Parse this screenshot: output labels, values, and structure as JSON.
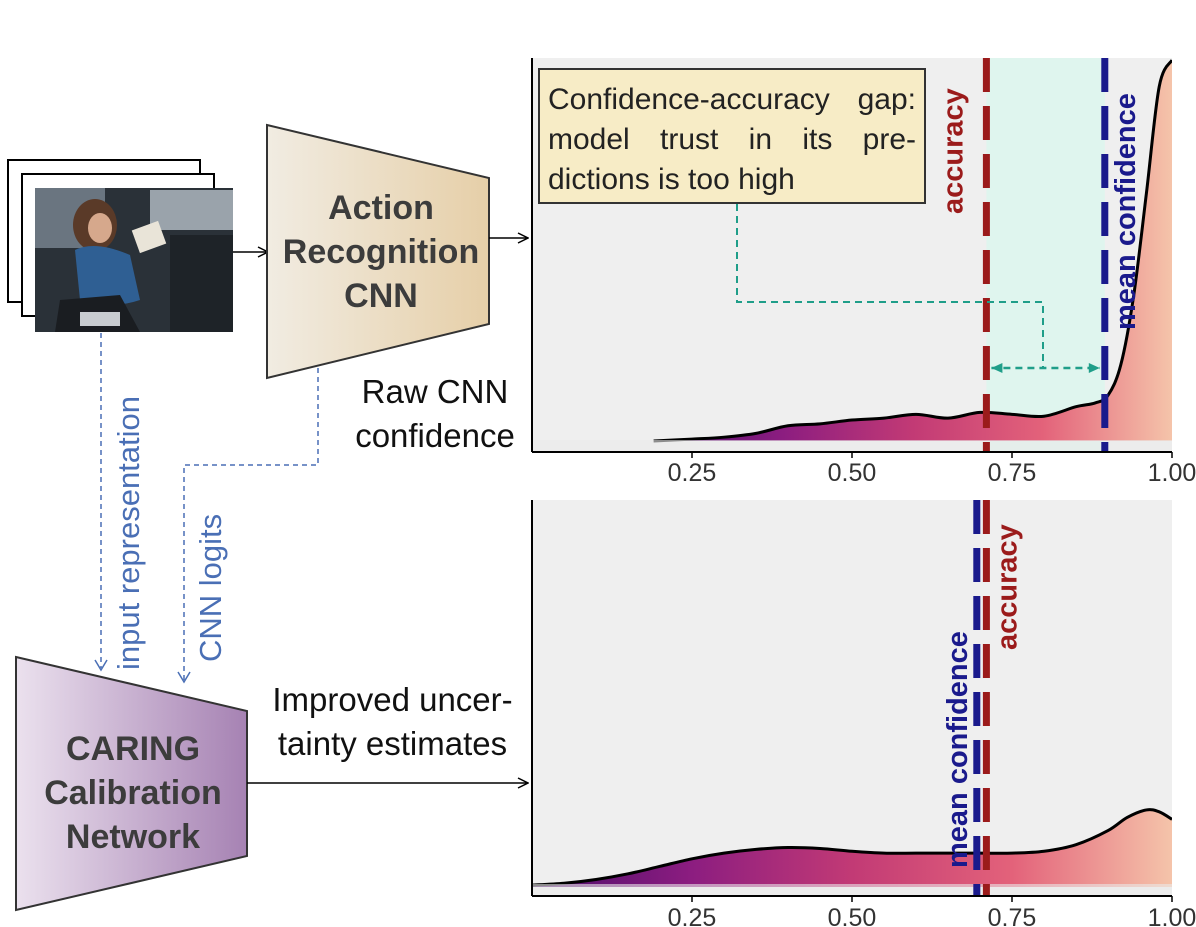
{
  "input_frames": {
    "image_desc_icon": "person-reading-in-car-photo-icon"
  },
  "action_recognition_cnn": {
    "line1": "Action",
    "line2": "Recognition",
    "line3": "CNN"
  },
  "raw_output": {
    "line1": "Raw CNN",
    "line2": "confidence"
  },
  "side_labels": {
    "input_representation": "input representation",
    "cnn_logits": "CNN logits"
  },
  "caring_network": {
    "line1": "CARING",
    "line2": "Calibration",
    "line3": "Network"
  },
  "improved_output": {
    "line1": "Improved uncer-",
    "line2": "tainty estimates"
  },
  "annotation": {
    "text": "Confidence-accuracy gap: model trust in its pre-dictions is too high"
  },
  "colors": {
    "accuracy": "#9b1b1b",
    "mean_confidence": "#1a1a8c",
    "gap": "#1f9e89",
    "plot_bg": "#eeeeee",
    "gap_fill": "#dff5ee"
  },
  "chart_data": [
    {
      "type": "area",
      "panel": "top",
      "xlim": [
        0.0,
        1.0
      ],
      "xticks": [
        "0.25",
        "0.50",
        "0.75",
        "1.00"
      ],
      "tick_values": [
        0.25,
        0.5,
        0.75,
        1.0
      ],
      "density": {
        "x": [
          0.19,
          0.25,
          0.3,
          0.35,
          0.4,
          0.45,
          0.5,
          0.55,
          0.6,
          0.65,
          0.7,
          0.75,
          0.8,
          0.85,
          0.88,
          0.9,
          0.92,
          0.94,
          0.96,
          0.98,
          1.0
        ],
        "y": [
          0.0,
          0.005,
          0.01,
          0.02,
          0.04,
          0.045,
          0.055,
          0.06,
          0.07,
          0.06,
          0.075,
          0.07,
          0.065,
          0.09,
          0.1,
          0.12,
          0.2,
          0.38,
          0.65,
          0.93,
          1.0
        ]
      },
      "accuracy": 0.71,
      "mean_confidence": 0.895,
      "vlines": [
        {
          "label": "accuracy",
          "x": 0.71,
          "color": "#9b1b1b"
        },
        {
          "label": "mean confidence",
          "x": 0.895,
          "color": "#1a1a8c"
        }
      ]
    },
    {
      "type": "area",
      "panel": "bottom",
      "xlim": [
        0.0,
        1.0
      ],
      "xticks": [
        "0.25",
        "0.50",
        "0.75",
        "1.00"
      ],
      "tick_values": [
        0.25,
        0.5,
        0.75,
        1.0
      ],
      "density": {
        "x": [
          0.0,
          0.05,
          0.1,
          0.15,
          0.2,
          0.25,
          0.3,
          0.35,
          0.4,
          0.45,
          0.5,
          0.55,
          0.6,
          0.65,
          0.7,
          0.75,
          0.8,
          0.85,
          0.9,
          0.93,
          0.96,
          0.98,
          1.0
        ],
        "y": [
          0.02,
          0.04,
          0.08,
          0.14,
          0.22,
          0.3,
          0.36,
          0.4,
          0.42,
          0.41,
          0.38,
          0.36,
          0.36,
          0.36,
          0.36,
          0.36,
          0.38,
          0.45,
          0.6,
          0.74,
          0.82,
          0.8,
          0.72
        ]
      },
      "accuracy": 0.71,
      "mean_confidence": 0.695,
      "vlines": [
        {
          "label": "mean confidence",
          "x": 0.695,
          "color": "#1a1a8c"
        },
        {
          "label": "accuracy",
          "x": 0.71,
          "color": "#9b1b1b"
        }
      ]
    }
  ]
}
